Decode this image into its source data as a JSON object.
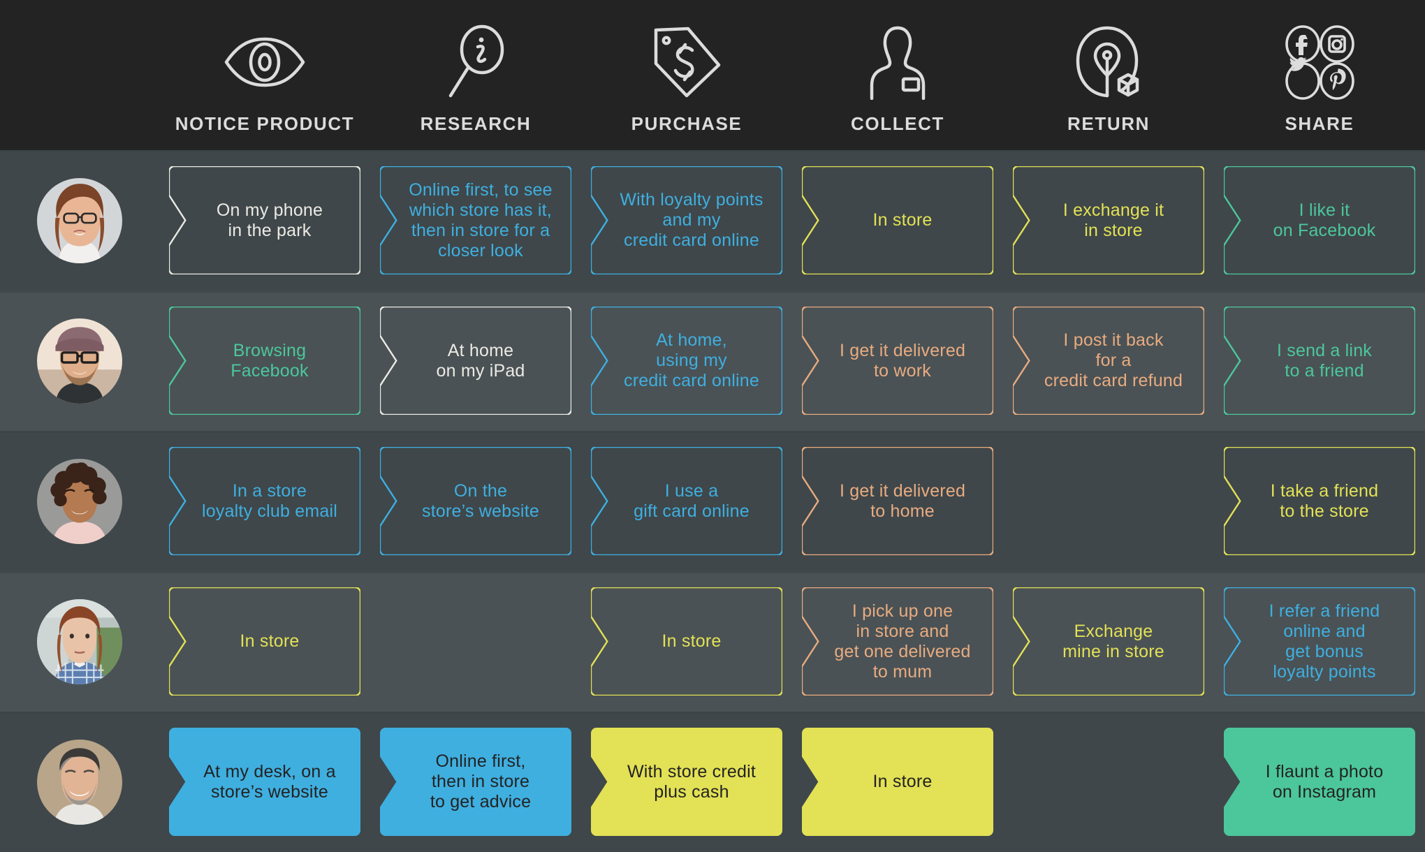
{
  "meta": {
    "title": "Omnichannel Customer Journey Map",
    "type": "journey-map",
    "columns": 6,
    "rows": 5
  },
  "palette": {
    "header_bg": "#232323",
    "page_bg": "#444c4e",
    "row_shade_a": "#3f474a",
    "row_shade_b": "#4a5255",
    "white": "#eceae4",
    "blue": "#3fafe0",
    "yellow": "#e3e155",
    "orange": "#e8ab80",
    "green": "#4cc79b",
    "dark_text": "#232323"
  },
  "header": {
    "stages": [
      {
        "label": "NOTICE PRODUCT",
        "icon": "eye-icon"
      },
      {
        "label": "RESEARCH",
        "icon": "magnifier-info-icon"
      },
      {
        "label": "PURCHASE",
        "icon": "price-tag-dollar-icon"
      },
      {
        "label": "COLLECT",
        "icon": "person-badge-icon"
      },
      {
        "label": "RETURN",
        "icon": "map-pin-parcel-icon"
      },
      {
        "label": "SHARE",
        "icon": "social-icons-group"
      }
    ],
    "share_icons": [
      "facebook-icon",
      "instagram-icon",
      "twitter-icon",
      "pinterest-icon"
    ]
  },
  "rows": [
    {
      "persona": "woman-with-glasses-avatar",
      "shade": "a",
      "cells": [
        {
          "text": "On my phone\nin the park",
          "color": "#eceae4",
          "style": "outline"
        },
        {
          "text": "Online first, to see\nwhich store has it,\nthen in store for a\ncloser look",
          "color": "#3fafe0",
          "style": "outline"
        },
        {
          "text": "With loyalty points\nand my\ncredit card online",
          "color": "#3fafe0",
          "style": "outline"
        },
        {
          "text": "In store",
          "color": "#e3e155",
          "style": "outline"
        },
        {
          "text": "I exchange it\nin store",
          "color": "#e3e155",
          "style": "outline"
        },
        {
          "text": "I like it\non Facebook",
          "color": "#4cc79b",
          "style": "outline"
        }
      ]
    },
    {
      "persona": "bearded-man-with-beanie-avatar",
      "shade": "b",
      "cells": [
        {
          "text": "Browsing\nFacebook",
          "color": "#4cc79b",
          "style": "outline"
        },
        {
          "text": "At home\non my iPad",
          "color": "#eceae4",
          "style": "outline"
        },
        {
          "text": "At home,\nusing my\ncredit card online",
          "color": "#3fafe0",
          "style": "outline"
        },
        {
          "text": "I get it delivered\nto work",
          "color": "#e8ab80",
          "style": "outline"
        },
        {
          "text": "I post it back\nfor a\ncredit card refund",
          "color": "#e8ab80",
          "style": "outline"
        },
        {
          "text": "I send a link\nto a friend",
          "color": "#4cc79b",
          "style": "outline"
        }
      ]
    },
    {
      "persona": "curly-haired-woman-avatar",
      "shade": "a",
      "cells": [
        {
          "text": "In a store\nloyalty club email",
          "color": "#3fafe0",
          "style": "outline"
        },
        {
          "text": "On the\nstore’s website",
          "color": "#3fafe0",
          "style": "outline"
        },
        {
          "text": "I use a\ngift card online",
          "color": "#3fafe0",
          "style": "outline"
        },
        {
          "text": "I get it delivered\nto home",
          "color": "#e8ab80",
          "style": "outline"
        },
        {
          "text": "",
          "color": "",
          "style": "empty"
        },
        {
          "text": "I take a friend\nto the store",
          "color": "#e3e155",
          "style": "outline"
        }
      ]
    },
    {
      "persona": "red-haired-woman-avatar",
      "shade": "b",
      "cells": [
        {
          "text": "In store",
          "color": "#e3e155",
          "style": "outline"
        },
        {
          "text": "",
          "color": "",
          "style": "empty"
        },
        {
          "text": "In store",
          "color": "#e3e155",
          "style": "outline"
        },
        {
          "text": "I pick up one\nin store and\nget one delivered\nto mum",
          "color": "#e8ab80",
          "style": "outline"
        },
        {
          "text": "Exchange\nmine in store",
          "color": "#e3e155",
          "style": "outline"
        },
        {
          "text": "I refer a friend\nonline and\nget bonus\nloyalty points",
          "color": "#3fafe0",
          "style": "outline"
        }
      ]
    },
    {
      "persona": "smiling-man-avatar",
      "shade": "a",
      "cells": [
        {
          "text": "At my desk, on a\nstore’s website",
          "color": "#3fafe0",
          "style": "filled"
        },
        {
          "text": "Online first,\nthen in store\nto get advice",
          "color": "#3fafe0",
          "style": "filled"
        },
        {
          "text": "With store credit\nplus cash",
          "color": "#e3e155",
          "style": "filled"
        },
        {
          "text": "In store",
          "color": "#e3e155",
          "style": "filled"
        },
        {
          "text": "",
          "color": "",
          "style": "empty"
        },
        {
          "text": "I flaunt a photo\non Instagram",
          "color": "#4cc79b",
          "style": "filled"
        }
      ]
    }
  ]
}
